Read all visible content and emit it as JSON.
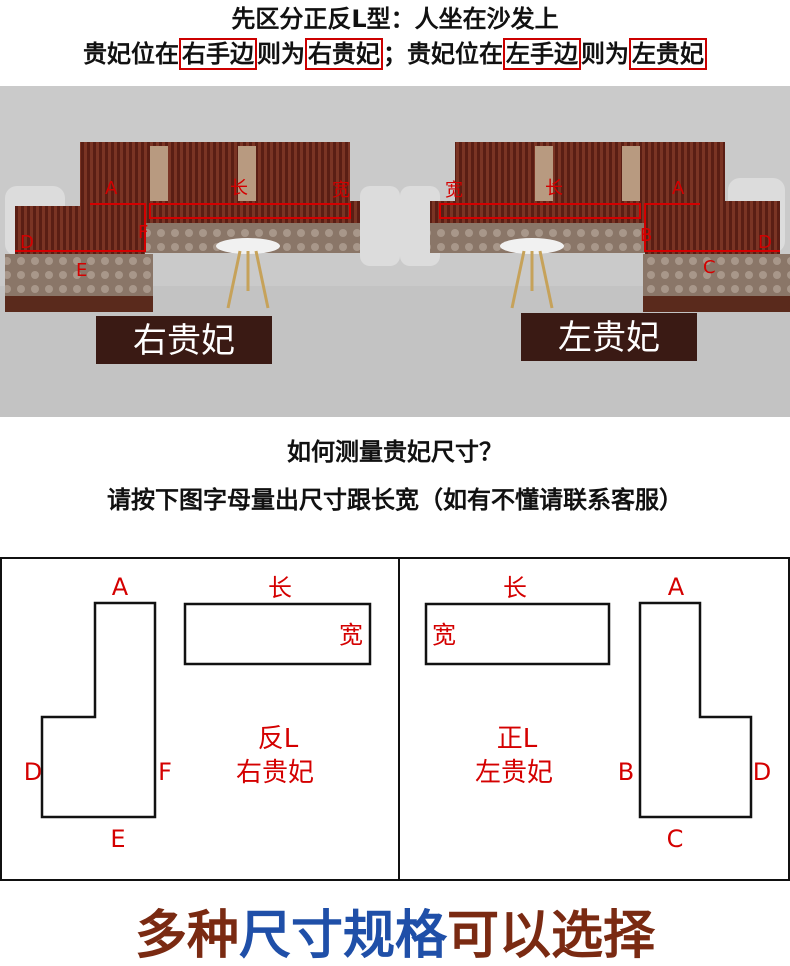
{
  "header": {
    "line1": "先区分正反L型：人坐在沙发上",
    "line2": {
      "p1": "贵妃位在",
      "b1": "右手边",
      "p2": "则为",
      "b2": "右贵妃",
      "p3": "；贵妃位在",
      "b3": "左手边",
      "p4": "则为",
      "b4": "左贵妃"
    }
  },
  "photo": {
    "left_label": "右贵妃",
    "right_label": "左贵妃",
    "left_marks": {
      "a": "A",
      "chang": "长",
      "kuan": "宽",
      "d": "D",
      "f": "F",
      "e": "E"
    },
    "right_marks": {
      "kuan": "宽",
      "chang": "长",
      "a": "A",
      "b": "B",
      "d": "D",
      "c": "C"
    }
  },
  "question": {
    "line1": "如何测量贵妃尺寸？",
    "line2": "请按下图字母量出尺寸跟长宽（如有不懂请联系客服）"
  },
  "diagram": {
    "left": {
      "a": "A",
      "d": "D",
      "f": "F",
      "e": "E",
      "chang": "长",
      "kuan": "宽",
      "type": "反L",
      "name": "右贵妃"
    },
    "right": {
      "chang": "长",
      "kuan": "宽",
      "a": "A",
      "b": "B",
      "d": "D",
      "c": "C",
      "type": "正L",
      "name": "左贵妃"
    }
  },
  "footer": {
    "part1": "多种",
    "part2": "尺寸规格",
    "part3": "可以选择"
  },
  "colors": {
    "accent_red": "#d40000",
    "brown": "#7a2a12",
    "blue": "#1f4fa8",
    "label_bg": "#3a1a14"
  }
}
